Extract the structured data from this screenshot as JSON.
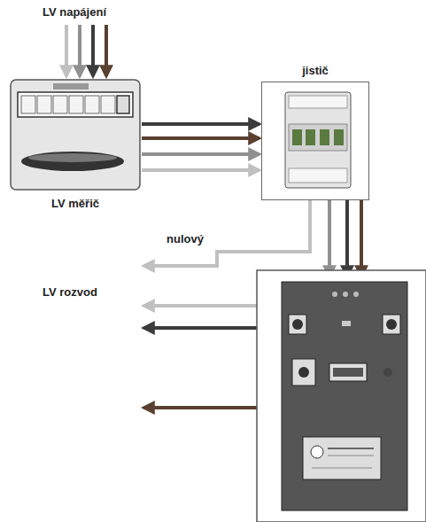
{
  "diagram": {
    "nodes": [
      {
        "text": [
          "LV měřič"
        ]
      },
      {
        "text": [
          "jistič"
        ]
      }
    ],
    "edges": [
      {
        "from": 0,
        "to": 1,
        "arrow": "to"
      },
      {
        "from": 0,
        "to": 1,
        "arrow": "to"
      },
      {
        "from": 0,
        "to": 1,
        "arrow": "to"
      },
      {
        "from": 0,
        "to": 1,
        "arrow": "to"
      }
    ],
    "labels": [
      "LV napájení",
      "nulový",
      "LV rozvod"
    ]
  }
}
